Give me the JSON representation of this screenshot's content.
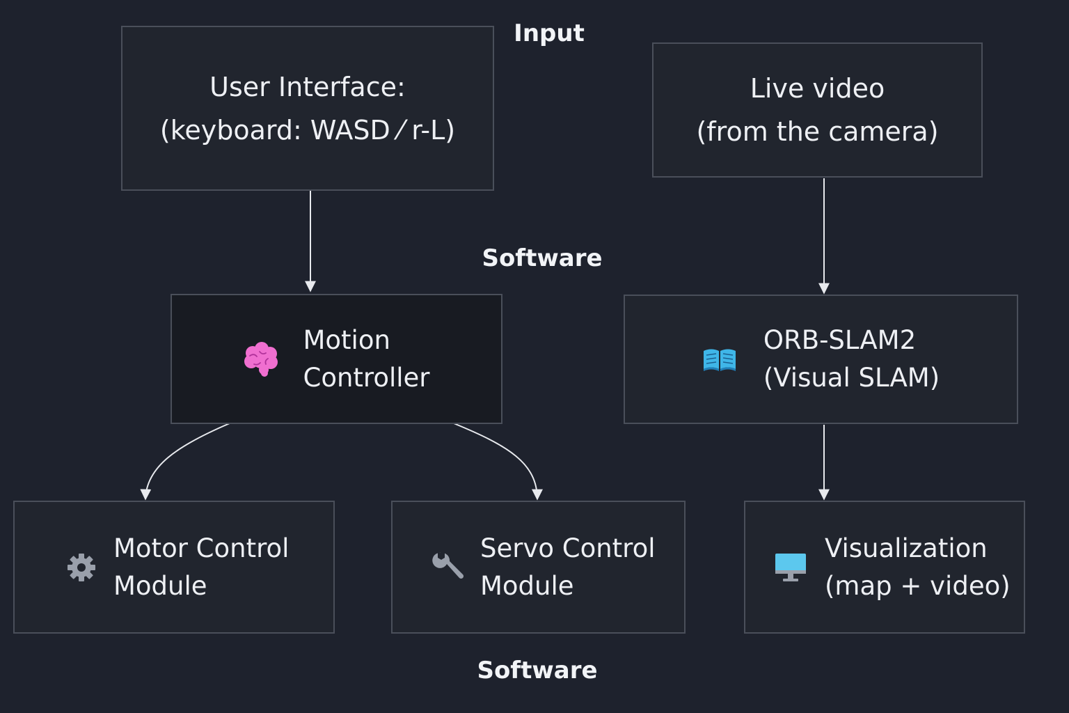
{
  "labels": {
    "input": "Input",
    "software_mid": "Software",
    "software_bottom": "Software"
  },
  "nodes": {
    "user_interface": {
      "line1": "User Interface:",
      "line2": "(keyboard: WASD ⁄ r-L)"
    },
    "live_video": {
      "line1": "Live video",
      "line2": "(from the camera)"
    },
    "motion_controller": {
      "line1": "Motion",
      "line2": "Controller",
      "icon": "brain-icon",
      "icon_color": "#f06fd0"
    },
    "orb_slam": {
      "line1": "ORB-SLAM2",
      "line2": "(Visual SLAM)",
      "icon": "book-icon",
      "icon_color": "#3fb6e8"
    },
    "motor_control": {
      "line1": "Motor Control",
      "line2": "Module",
      "icon": "gear-icon",
      "icon_color": "#9aa0ab"
    },
    "servo_control": {
      "line1": "Servo Control",
      "line2": "Module",
      "icon": "wrench-icon",
      "icon_color": "#9aa0ab"
    },
    "visualization": {
      "line1": "Visualization",
      "line2": "(map + video)",
      "icon": "monitor-icon",
      "icon_color": "#5cc8ee"
    }
  },
  "edges": [
    {
      "from": "user_interface",
      "to": "motion_controller"
    },
    {
      "from": "live_video",
      "to": "orb_slam"
    },
    {
      "from": "motion_controller",
      "to": "motor_control"
    },
    {
      "from": "motion_controller",
      "to": "servo_control"
    },
    {
      "from": "orb_slam",
      "to": "visualization"
    }
  ],
  "colors": {
    "background": "#1e222d",
    "box_border": "#4a4f5a",
    "text": "#eef0f4",
    "arrow": "#e8eaee"
  }
}
